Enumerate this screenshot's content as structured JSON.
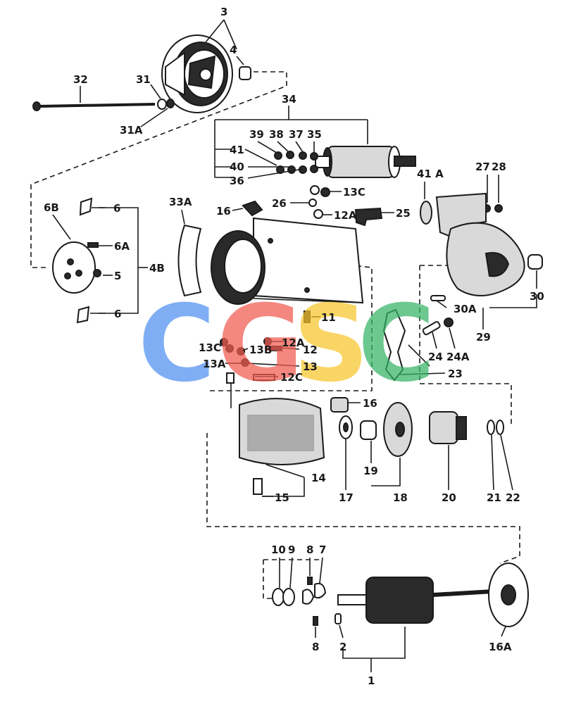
{
  "watermark": {
    "letters": [
      "C",
      "G",
      "S",
      "C"
    ],
    "colors": [
      "#4f8ff0",
      "#f15a4e",
      "#f7c52b",
      "#35b466"
    ]
  },
  "labels": {
    "n1": "1",
    "n2": "2",
    "n3": "3",
    "n4": "4",
    "n4B": "4B",
    "n5": "5",
    "n6a": "6",
    "n6b": "6",
    "n6A": "6A",
    "n6B": "6B",
    "n7": "7",
    "n8a": "8",
    "n8b": "8",
    "n9": "9",
    "n10": "10",
    "n11": "11",
    "n12": "12",
    "n12Aa": "12A",
    "n12Ab": "12A",
    "n12C": "12C",
    "n13": "13",
    "n13A": "13A",
    "n13B": "13B",
    "n13Ca": "13C",
    "n13Cb": "13C",
    "n14": "14",
    "n15": "15",
    "n16a": "16",
    "n16b": "16",
    "n16A": "16A",
    "n17": "17",
    "n18": "18",
    "n19": "19",
    "n20": "20",
    "n21": "21",
    "n22": "22",
    "n23": "23",
    "n24": "24",
    "n24A": "24A",
    "n25": "25",
    "n26": "26",
    "n27": "27",
    "n28": "28",
    "n29": "29",
    "n30": "30",
    "n30A": "30A",
    "n31": "31",
    "n31A": "31A",
    "n32": "32",
    "n33A": "33A",
    "n34": "34",
    "n35": "35",
    "n36": "36",
    "n37": "37",
    "n38": "38",
    "n39": "39",
    "n40": "40",
    "n41": "41",
    "n41A": "41 A"
  }
}
